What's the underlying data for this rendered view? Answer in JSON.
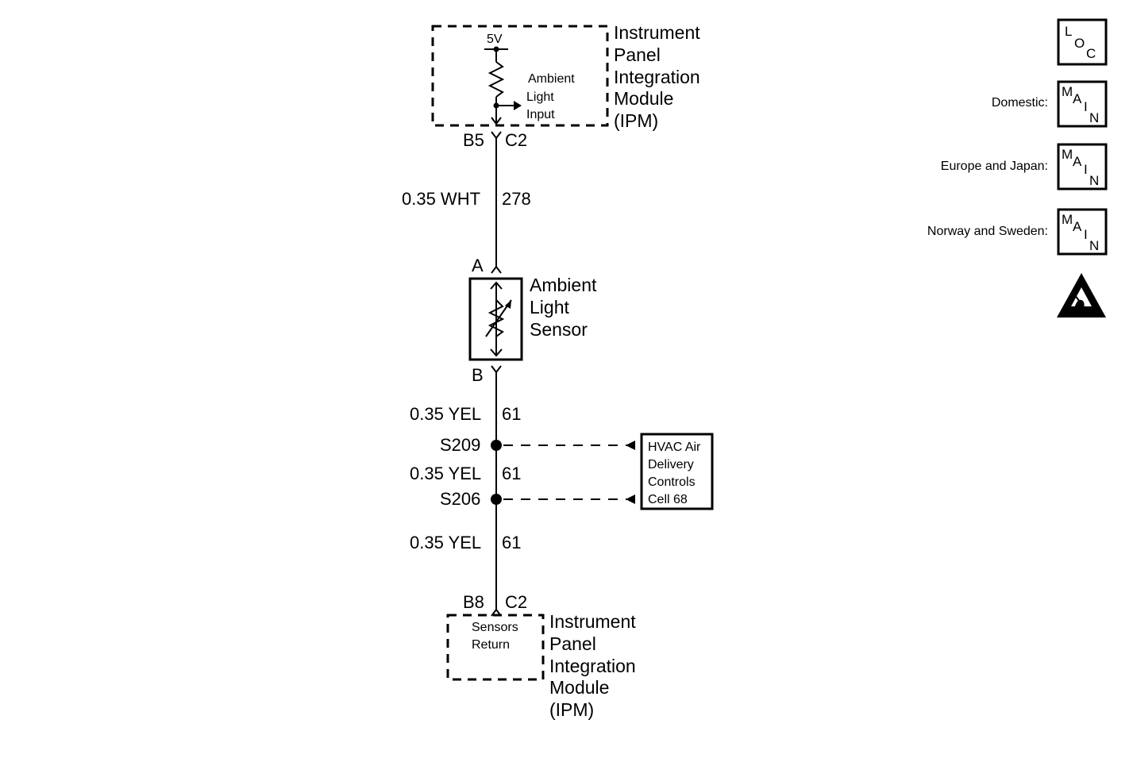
{
  "ipm_top": {
    "title_lines": [
      "Instrument",
      "Panel",
      "Integration",
      "Module",
      "(IPM)"
    ],
    "supply": "5V",
    "input_lines": [
      "Ambient",
      "Light",
      "Input"
    ],
    "pin": "B5",
    "connector": "C2"
  },
  "wire_top": {
    "gauge_color": "0.35 WHT",
    "circuit": "278"
  },
  "sensor": {
    "title_lines": [
      "Ambient",
      "Light",
      "Sensor"
    ],
    "pin_top": "A",
    "pin_bottom": "B"
  },
  "wire_yel": [
    {
      "gauge_color": "0.35 YEL",
      "circuit": "61"
    },
    {
      "gauge_color": "0.35 YEL",
      "circuit": "61"
    },
    {
      "gauge_color": "0.35 YEL",
      "circuit": "61"
    }
  ],
  "splices": [
    "S209",
    "S206"
  ],
  "hvac_ref": {
    "lines": [
      "HVAC Air",
      "Delivery",
      "Controls",
      "Cell 68"
    ]
  },
  "ipm_bottom": {
    "title_lines": [
      "Instrument",
      "Panel",
      "Integration",
      "Module",
      "(IPM)"
    ],
    "input_lines": [
      "Sensors",
      "Return"
    ],
    "pin": "B8",
    "connector": "C2"
  },
  "legend": {
    "loc_letters": [
      "L",
      "O",
      "C"
    ],
    "main_letters": [
      "M",
      "A",
      "I",
      "N"
    ],
    "regions": [
      "Domestic:",
      "Europe and Japan:",
      "Norway and Sweden:"
    ],
    "esd_icon": "esd-warning-icon"
  },
  "colors": {
    "line": "#000000",
    "background": "#ffffff"
  }
}
